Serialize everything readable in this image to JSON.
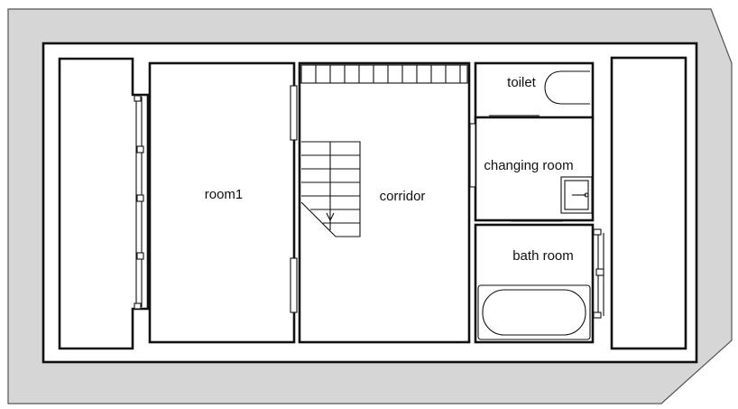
{
  "colors": {
    "site": "#d6d6d6",
    "site_outline": "#555555",
    "floor": "#ffffff",
    "line": "#111111"
  },
  "rooms": {
    "room1": "room1",
    "corridor": "corridor",
    "toilet": "toilet",
    "changing_room": "changing room",
    "bath_room": "bath room"
  }
}
